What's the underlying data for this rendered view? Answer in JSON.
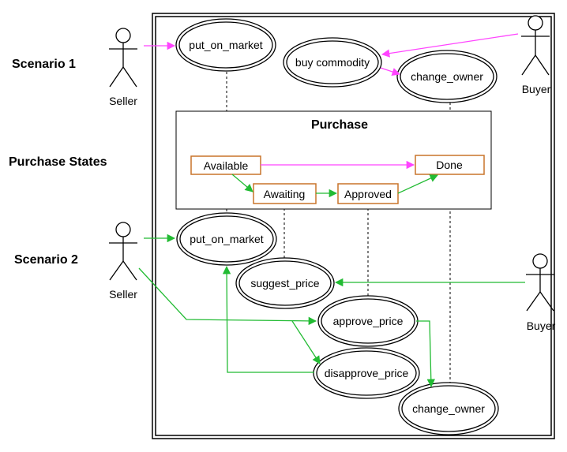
{
  "scenario1_label": "Scenario 1",
  "scenario2_label": "Scenario 2",
  "purchase_states_label": "Purchase States",
  "purchase_title": "Purchase",
  "actors": {
    "seller1": "Seller",
    "buyer1": "Buyer",
    "seller2": "Seller",
    "buyer2": "Buyer"
  },
  "use_cases": {
    "put_on_market_1": "put_on_market",
    "buy_commodity": "buy commodity",
    "change_owner_1": "change_owner",
    "put_on_market_2": "put_on_market",
    "suggest_price": "suggest_price",
    "approve_price": "approve_price",
    "disapprove_price": "disapprove_price",
    "change_owner_2": "change_owner"
  },
  "states": {
    "available": "Available",
    "awaiting": "Awaiting",
    "approved": "Approved",
    "done": "Done"
  },
  "colors": {
    "magenta": "#ff44ff",
    "green": "#22bb33",
    "state_border": "#c8742a",
    "line": "#000000"
  }
}
